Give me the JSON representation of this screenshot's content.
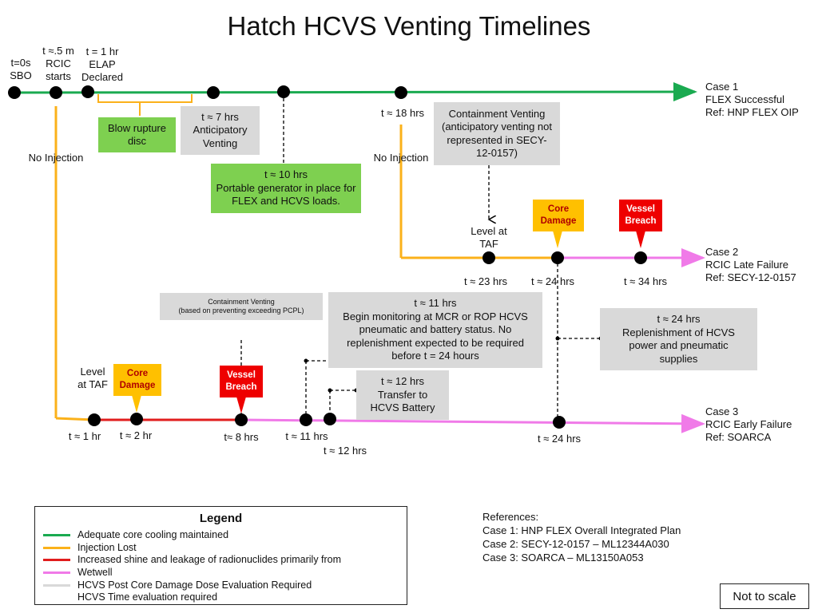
{
  "title": "Hatch HCVS Venting Timelines",
  "colors": {
    "adequate_cooling": "#1aaa50",
    "injection_lost": "#fbb11a",
    "shine_leakage": "#e11d1d",
    "wetwell": "#f07ae8",
    "post_core_dose": "#d9d9d9",
    "core_damage_box": "#ffc000",
    "vessel_breach_box": "#ee0000",
    "green_box": "#7ed050"
  },
  "case1": {
    "label": "Case 1",
    "desc": "FLEX Successful",
    "ref": "Ref: HNP FLEX OIP",
    "t0": "t=0s",
    "sbo": "SBO",
    "t_half": "t ≈.5 m",
    "rcic": "RCIC",
    "starts": "starts",
    "t1hr": "t = 1 hr",
    "elap": "ELAP",
    "declared": "Declared",
    "no_injection_1": "No Injection",
    "no_injection_2": "No Injection",
    "blow_rupture": "Blow rupture disc",
    "t7": "t ≈ 7 hrs",
    "anticipatory": "Anticipatory Venting",
    "t10": "t ≈ 10 hrs",
    "portable": "Portable generator in place for FLEX and HCVS loads.",
    "t18": "t ≈ 18 hrs",
    "containment_venting": "Containment Venting (anticipatory venting not represented in SECY-12-0157)"
  },
  "case2": {
    "label": "Case 2",
    "desc": "RCIC Late Failure",
    "ref": "Ref: SECY-12-0157",
    "level_at_taf": "Level at TAF",
    "core_damage": "Core Damage",
    "vessel_breach": "Vessel Breach",
    "t23": "t ≈ 23 hrs",
    "t24": "t ≈ 24 hrs",
    "t34": "t ≈ 34 hrs",
    "replenishment_time": "t ≈ 24 hrs",
    "replenishment": "Replenishment of HCVS power and pneumatic supplies"
  },
  "case3": {
    "label": "Case 3",
    "desc": "RCIC Early Failure",
    "ref": "Ref: SOARCA",
    "level_at_taf": "Level at TAF",
    "core_damage": "Core Damage",
    "vessel_breach": "Vessel Breach",
    "containment_venting": "Containment Venting",
    "containment_venting_basis": "(based on preventing exceeding PCPL)",
    "t11_box_time": "t ≈ 11 hrs",
    "monitoring": "Begin monitoring  at  MCR or ROP HCVS pneumatic and battery  status. No replenishment expected to be required before t = 24 hours",
    "t12_box_time": "t ≈ 12 hrs",
    "transfer": "Transfer to HCVS Battery",
    "t1": "t ≈ 1 hr",
    "t2": "t ≈ 2 hr",
    "t8": "t≈ 8 hrs",
    "t11": "t ≈ 11 hrs",
    "t12": "t ≈ 12 hrs",
    "t24": "t ≈ 24 hrs"
  },
  "legend": {
    "title": "Legend",
    "items": [
      "Adequate core cooling maintained",
      "Injection Lost",
      "Increased shine and leakage of radionuclides primarily from",
      "Wetwell",
      "HCVS Post Core Damage Dose Evaluation Required",
      "HCVS Time evaluation required"
    ]
  },
  "references": {
    "heading": "References:",
    "case1": "Case 1:  HNP FLEX Overall Integrated Plan",
    "case2": "Case 2:  SECY-12-0157 – ML12344A030",
    "case3": "Case 3:  SOARCA – ML13150A053"
  },
  "not_to_scale": "Not to scale"
}
